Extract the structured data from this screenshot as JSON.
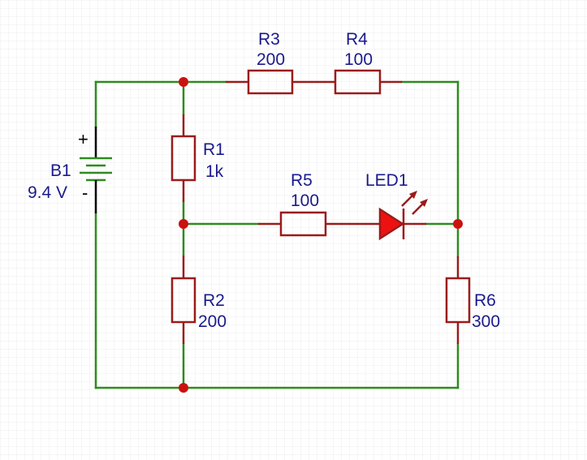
{
  "colors": {
    "wire": "#2e8b1e",
    "component": "#9b1b1b",
    "junction": "#cc1111",
    "label": "#1a1a8c",
    "led_fill": "#ee1111",
    "grid": "#ececec"
  },
  "components": {
    "battery": {
      "designator": "B1",
      "value": "9.4 V",
      "plus": "+",
      "minus": "-"
    },
    "r1": {
      "designator": "R1",
      "value": "1k"
    },
    "r2": {
      "designator": "R2",
      "value": "200"
    },
    "r3": {
      "designator": "R3",
      "value": "200"
    },
    "r4": {
      "designator": "R4",
      "value": "100"
    },
    "r5": {
      "designator": "R5",
      "value": "100"
    },
    "r6": {
      "designator": "R6",
      "value": "300"
    },
    "led1": {
      "designator": "LED1"
    }
  }
}
